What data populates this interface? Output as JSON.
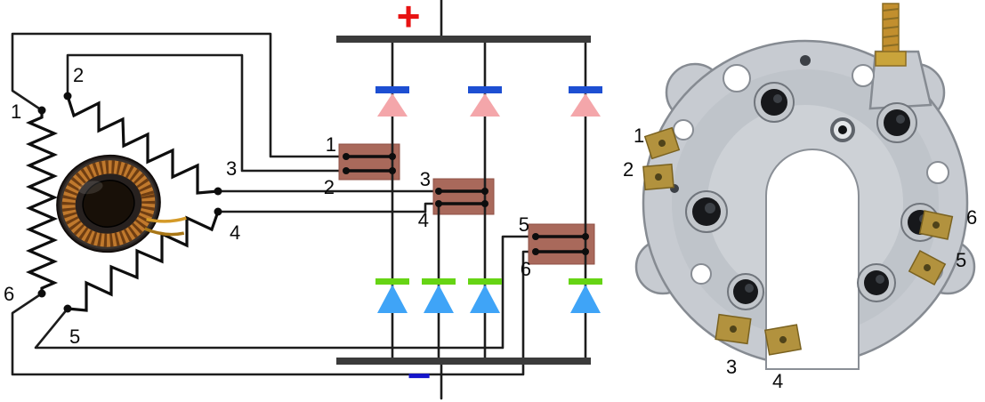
{
  "stator": {
    "terminals": {
      "t1": "1",
      "t2": "2",
      "t3": "3",
      "t4": "4",
      "t5": "5",
      "t6": "6"
    }
  },
  "rectifier": {
    "positive_sign": "+",
    "negative_sign": "−",
    "terminals": {
      "t1": "1",
      "t2": "2",
      "t3": "3",
      "t4": "4",
      "t5": "5",
      "t6": "6"
    }
  },
  "photo": {
    "terminals": {
      "t1": "1",
      "t2": "2",
      "t3": "3",
      "t4": "4",
      "t5": "5",
      "t6": "6"
    }
  },
  "colors": {
    "positive_sign": "#e81313",
    "negative_sign": "#1515cc",
    "positive_diode_body": "#f4a6aa",
    "positive_diode_bar": "#1d4fd2",
    "negative_diode_body": "#3fa4f7",
    "negative_diode_bar": "#66d414",
    "terminal_block": "#a9695b",
    "bus_bar": "#3b3b3b"
  }
}
